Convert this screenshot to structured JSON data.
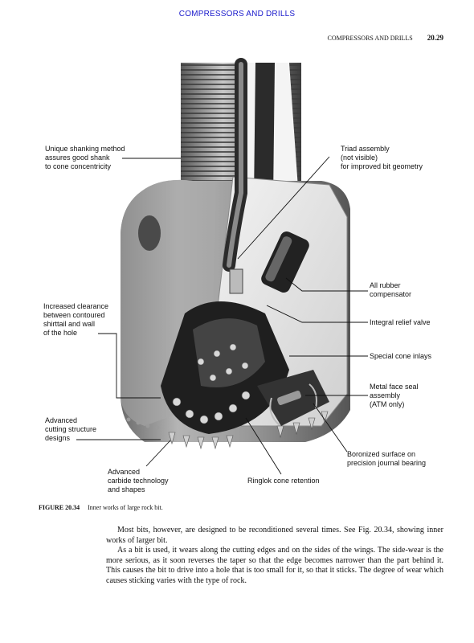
{
  "running_head": "COMPRESSORS AND DRILLS",
  "page_header": {
    "section": "COMPRESSORS AND DRILLS",
    "page_number": "20.29"
  },
  "figure": {
    "callouts": {
      "shanking": "Unique shanking method\nassures good shank\nto cone concentricity",
      "triad": "Triad assembly\n(not visible)\nfor improved bit geometry",
      "compensator": "All rubber\ncompensator",
      "clearance": "Increased clearance\nbetween contoured\nshirttail and wall\nof the hole",
      "relief_valve": "Integral relief valve",
      "cone_inlays": "Special cone inlays",
      "face_seal": "Metal face seal\nassembly\n(ATM only)",
      "cutting_structure": "Advanced\ncutting structure\ndesigns",
      "boronized": "Boronized surface on\nprecision journal bearing",
      "carbide": "Advanced\ncarbide technology\nand shapes",
      "ringlok": "Ringlok cone retention"
    },
    "caption_label": "FIGURE 20.34",
    "caption_text": "Inner works of large rock bit."
  },
  "body": {
    "p1": "Most bits, however, are designed to be reconditioned several times. See Fig. 20.34, showing inner works of larger bit.",
    "p2": "As a bit is used, it wears along the cutting edges and on the sides of the wings. The side-wear is the more serious, as it soon reverses the taper so that the edge becomes narrower than the part behind it. This causes the bit to drive into a hole that is too small for it, so that it sticks. The degree of wear which causes sticking varies with the type of rock."
  }
}
